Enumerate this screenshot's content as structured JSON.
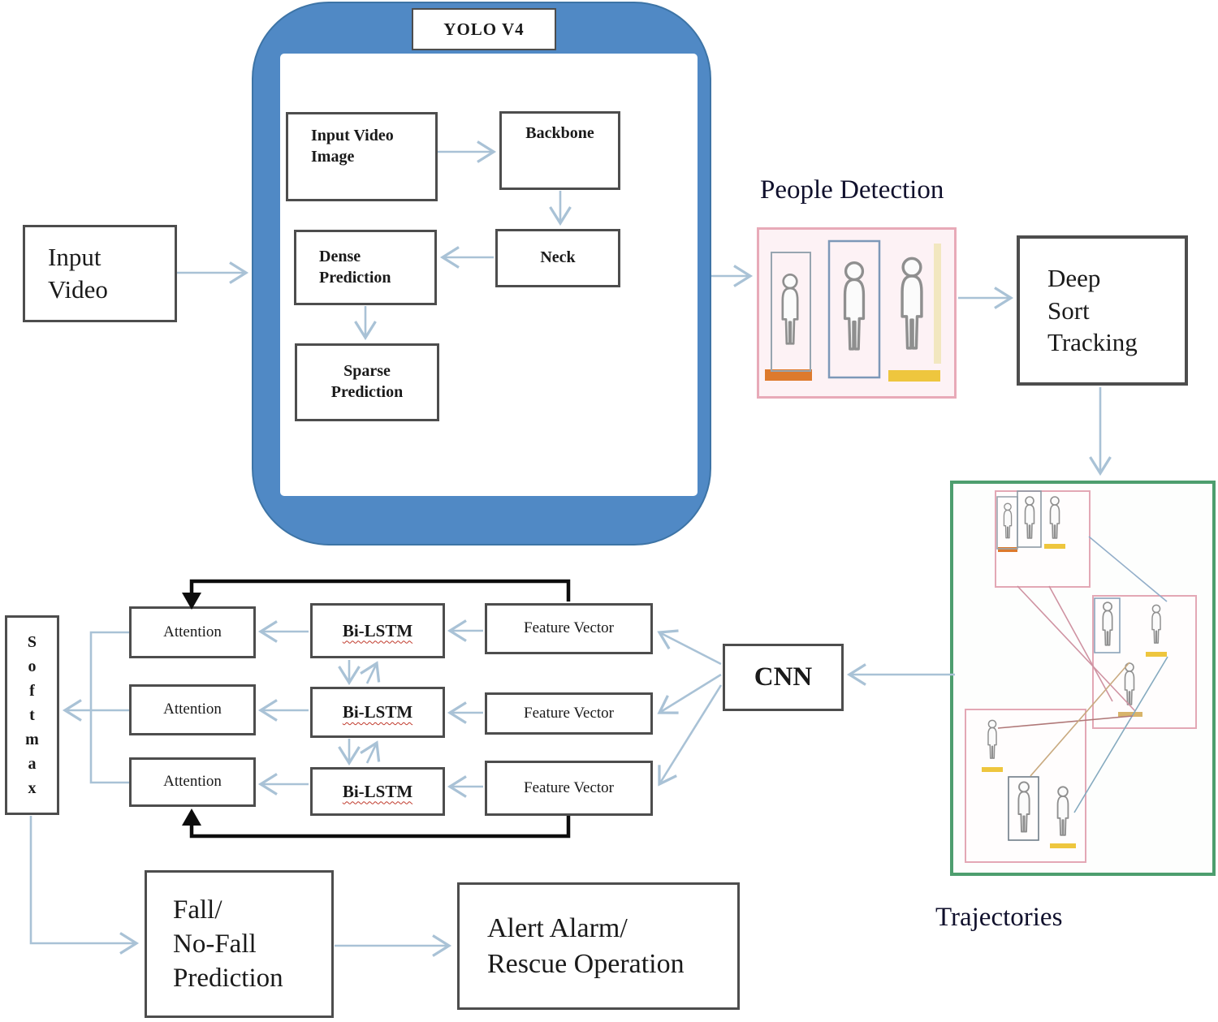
{
  "diagram": {
    "input_video_label": "Input\nVideo",
    "yolo": {
      "title": "YOLO V4",
      "input_video_image": "Input Video\nImage",
      "backbone": "Backbone",
      "neck": "Neck",
      "dense_prediction": "Dense\nPrediction",
      "sparse_prediction": "Sparse\nPrediction"
    },
    "people_detection_label": "People Detection",
    "deep_sort_label": "Deep\nSort\nTracking",
    "trajectories_label": "Trajectories",
    "cnn_label": "CNN",
    "feature_vector_label": "Feature Vector",
    "bilstm_label": "Bi-LSTM",
    "attention_label": "Attention",
    "softmax_stacked": "S\no\nf\nt\nm\na\nx",
    "fall_label": "Fall/\nNo-Fall\nPrediction",
    "alert_label": "Alert Alarm/\nRescue Operation"
  },
  "colors": {
    "yolo_blue_fill": "#5089c5",
    "yolo_blue_border": "#3d74a6",
    "arrow_blue": "#a9c2d6",
    "feedback_black": "#0d0d0d",
    "box_border": "#4d4d4d",
    "people_pink_border": "#e8aab8",
    "people_pink_fill": "#fdf2f5",
    "trajectory_green_border": "#4d9e6e",
    "orange_marker": "#dd7a2d",
    "yellow_marker": "#eec63e",
    "bilstm_underline": "#c0392b"
  }
}
